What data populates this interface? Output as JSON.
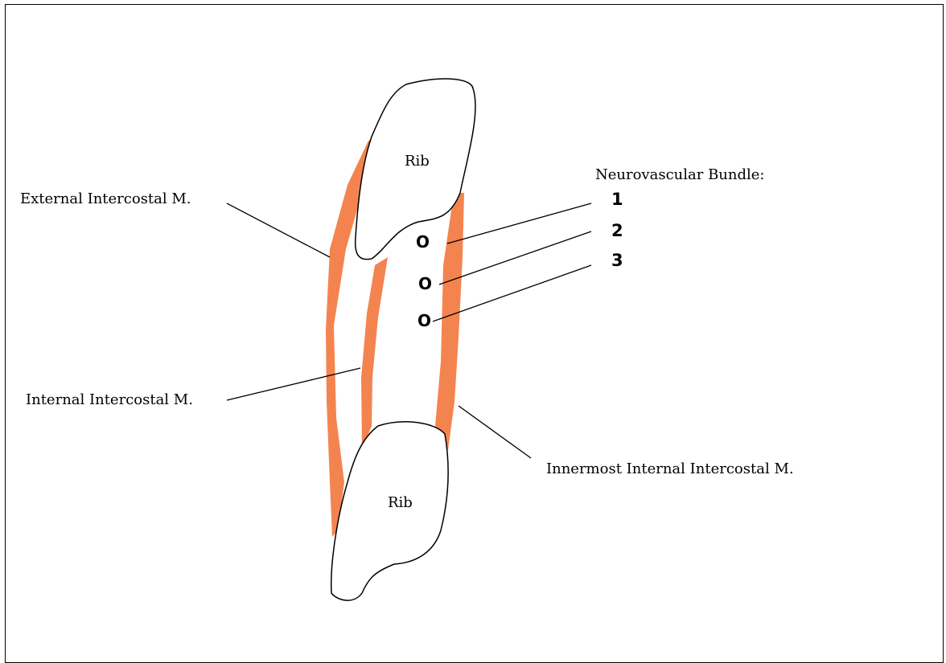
{
  "labels": {
    "rib_top": "Rib",
    "rib_bottom": "Rib",
    "external": "External Intercostal M.",
    "internal": "Internal Intercostal M.",
    "innermost": "Innermost Internal Intercostal M.",
    "bundle_title": "Neurovascular Bundle:"
  },
  "bundle": [
    {
      "number": "1",
      "marker": "O"
    },
    {
      "number": "2",
      "marker": "O"
    },
    {
      "number": "3",
      "marker": "O"
    }
  ],
  "colors": {
    "muscle": "#f4844f",
    "outline": "#000000",
    "background": "#ffffff"
  }
}
